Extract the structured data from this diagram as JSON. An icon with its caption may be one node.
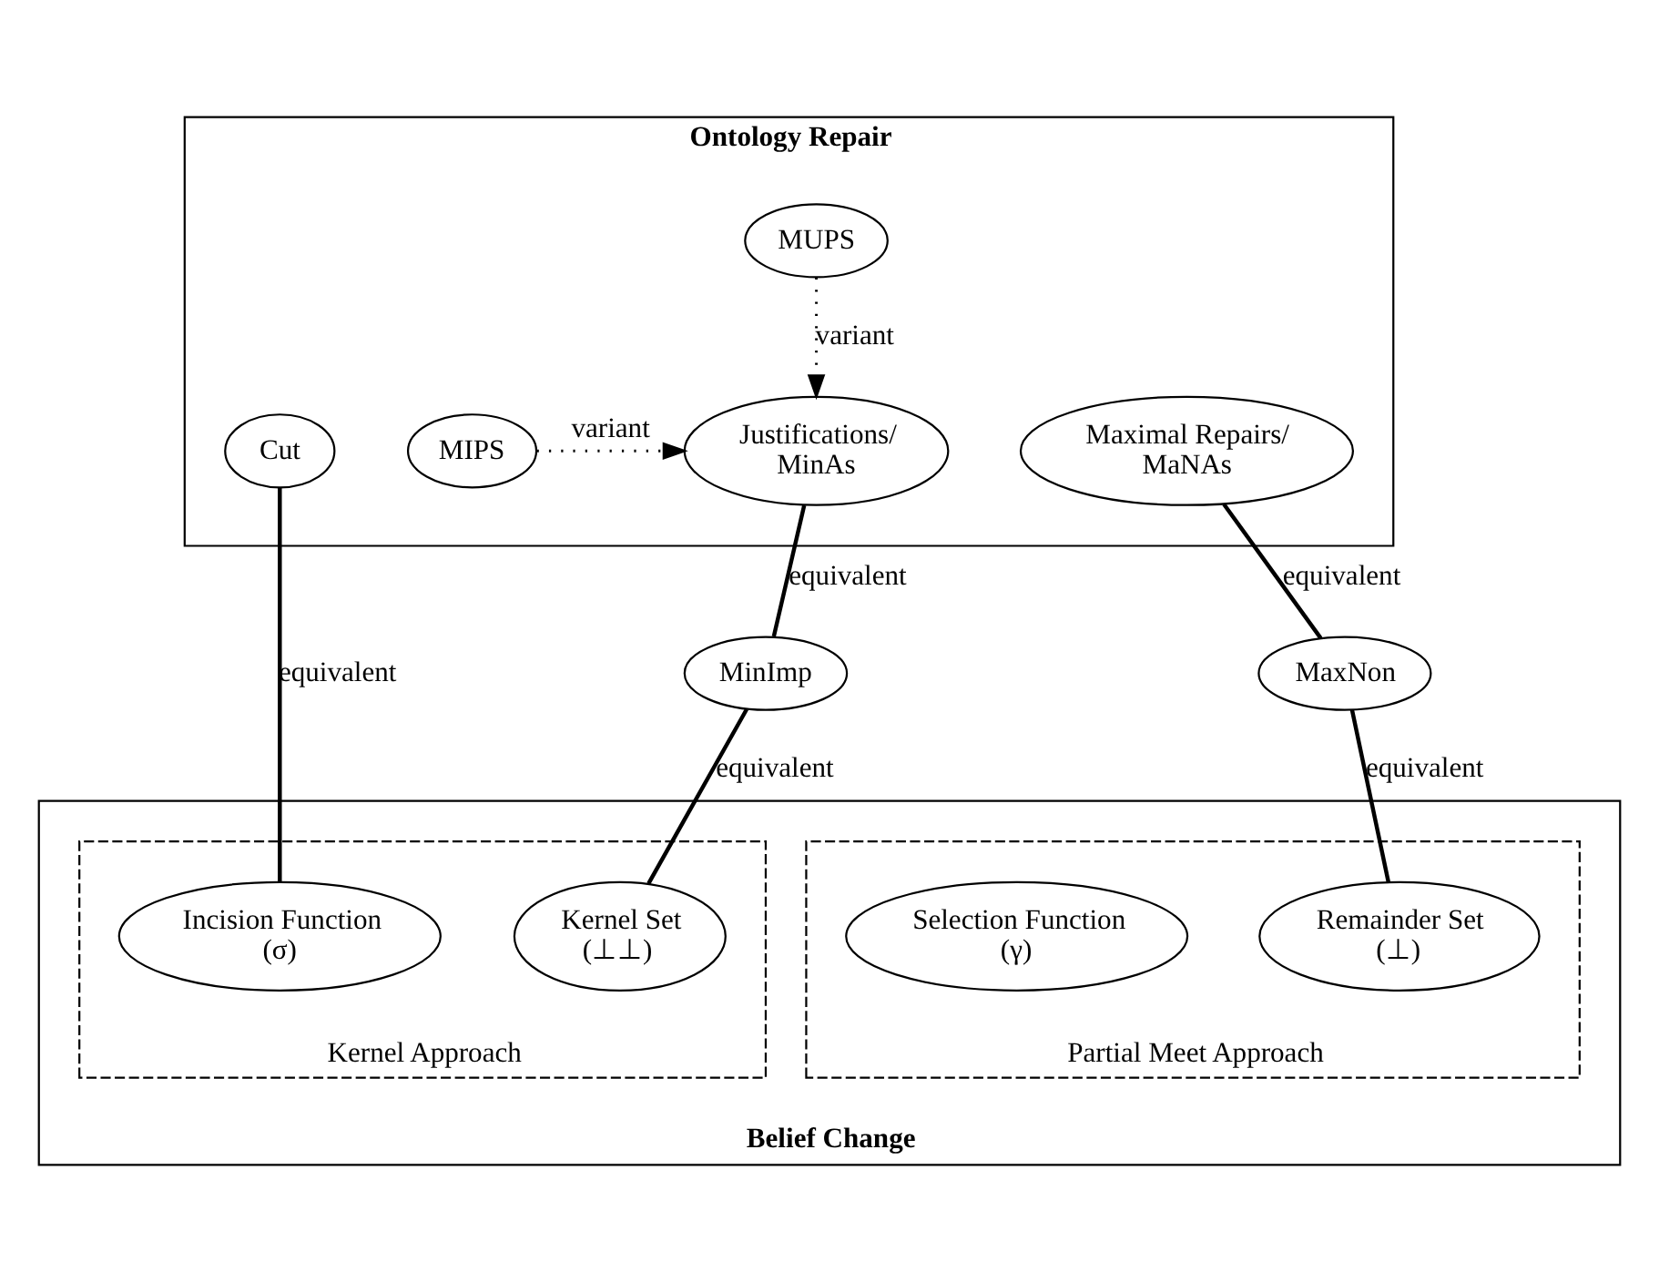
{
  "diagram": {
    "nodes": [
      {
        "text": [
          "Ontology Repair"
        ]
      },
      {
        "text": [
          "Cut"
        ],
        "in": 0
      },
      {
        "text": [
          "Justifications/ MinAs"
        ],
        "in": 0
      },
      {
        "text": [
          "MIPS"
        ],
        "in": 0
      },
      {
        "text": [
          "MUPS"
        ],
        "in": 0
      },
      {
        "text": [
          "Maximal Repairs/ MaNAs"
        ],
        "in": 0
      },
      {
        "text": [
          "MinImp"
        ]
      },
      {
        "text": [
          "MaxNon"
        ]
      },
      {
        "text": [
          "Belief Change"
        ]
      },
      {
        "text": [
          "Kernel Approach"
        ],
        "in": 8
      },
      {
        "text": [
          "Incision Function (σ)"
        ],
        "in": 9
      },
      {
        "text": [
          "Kernel Set (⊥⊥)"
        ],
        "in": 9
      },
      {
        "text": [
          "Partial Meet Approach"
        ],
        "in": 8
      },
      {
        "text": [
          "Remainder Set (⊥)"
        ],
        "in": 12
      },
      {
        "text": [
          "Selection Function (γ)"
        ],
        "in": 12
      }
    ],
    "edges": [
      {
        "from": 3,
        "to": 2,
        "arrow": "to",
        "label": "variant",
        "style": "dashed"
      },
      {
        "from": 4,
        "to": 2,
        "arrow": "to",
        "label": "variant",
        "style": "dashed"
      },
      {
        "from": 1,
        "to": 10,
        "arrow": "none",
        "label": "equivalent"
      },
      {
        "from": 2,
        "to": 6,
        "arrow": "none",
        "label": "equivalent"
      },
      {
        "from": 5,
        "to": 7,
        "arrow": "none",
        "label": "equivalent"
      },
      {
        "from": 6,
        "to": 11,
        "arrow": "none",
        "label": "equivalent"
      },
      {
        "from": 7,
        "to": 13,
        "arrow": "none",
        "label": "equivalent"
      }
    ]
  }
}
